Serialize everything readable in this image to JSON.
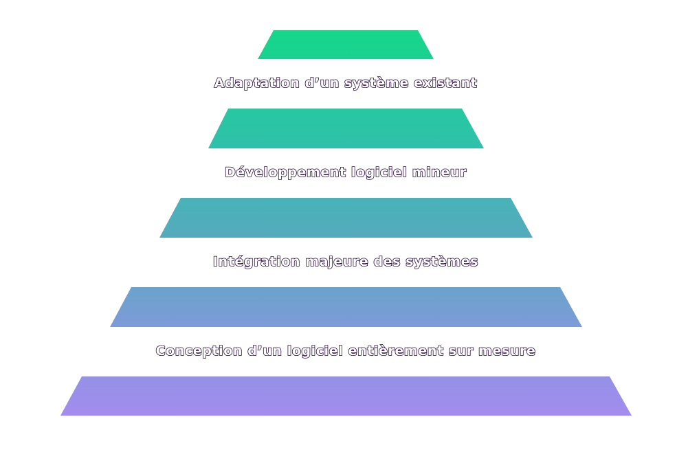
{
  "diagram": {
    "type": "pyramid",
    "tiers": [
      {
        "label": "Adaptation d’un système existant",
        "color_top": "#15d68a",
        "color_bottom": "#1ad290"
      },
      {
        "label": "Développement logiciel mineur",
        "color_top": "#26c8a0",
        "color_bottom": "#30c0aa"
      },
      {
        "label": "Intégration majeure des systèmes",
        "color_top": "#48b3b8",
        "color_bottom": "#55aabd"
      },
      {
        "label": "Conception d’un logiciel entièrement sur mesure",
        "color_top": "#6aa3cc",
        "color_bottom": "#7d9bd8"
      },
      {
        "label": "",
        "color_top": "#9491e6",
        "color_bottom": "#a38cef"
      }
    ]
  }
}
